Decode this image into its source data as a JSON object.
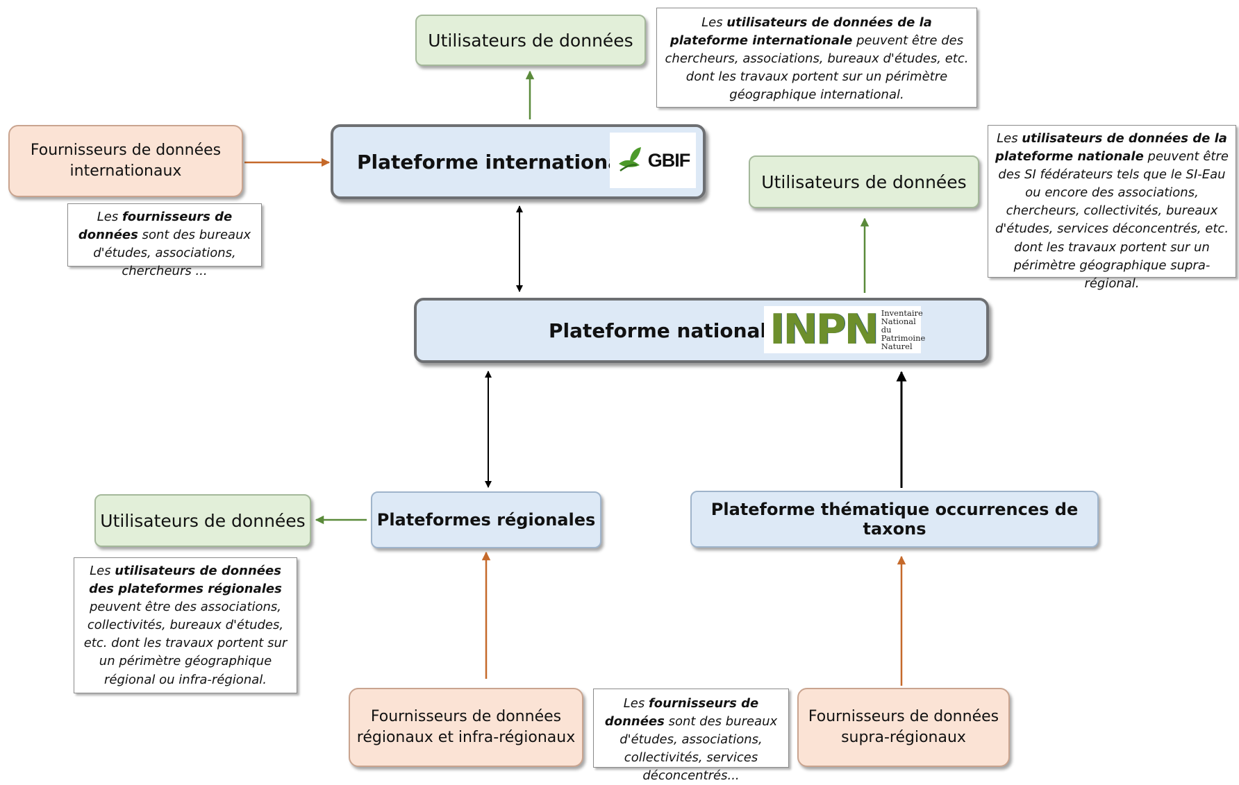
{
  "plat_int": {
    "label": "Plateforme internationale",
    "logo_text": "GBIF"
  },
  "plat_nat": {
    "label": "Plateforme nationale",
    "logo_letters": "INPN",
    "logo_caption": [
      "Inventaire",
      "National du",
      "Patrimoine",
      "Naturel"
    ]
  },
  "plat_reg": {
    "label": "Plateformes régionales"
  },
  "plat_them": {
    "label": "Plateforme thématique occurrences de taxons"
  },
  "users": {
    "int": "Utilisateurs de données",
    "nat": "Utilisateurs de données",
    "reg": "Utilisateurs de données"
  },
  "providers": {
    "int": [
      "Fournisseurs de données",
      "internationaux"
    ],
    "reg": [
      "Fournisseurs de données",
      "régionaux et infra-régionaux"
    ],
    "supra": [
      "Fournisseurs de données",
      "supra-régionaux"
    ]
  },
  "notes": {
    "users_int": {
      "pre": "Les ",
      "bold": "utilisateurs de données de la plateforme internationale",
      "post": " peuvent être des chercheurs, associations, bureaux d'études, etc. dont les travaux portent sur un périmètre géographique international."
    },
    "users_nat": {
      "pre": "Les ",
      "bold": "utilisateurs de données de la plateforme nationale",
      "post": " peuvent être des SI fédérateurs tels que le SI-Eau ou encore des associations, chercheurs, collectivités, bureaux d'études, services déconcentrés, etc. dont les travaux portent sur un périmètre géographique supra-régional."
    },
    "providers_int": {
      "pre": "Les ",
      "bold": "fournisseurs de données",
      "post": " sont des bureaux d'études, associations, chercheurs ..."
    },
    "users_reg": {
      "pre": "Les ",
      "bold": "utilisateurs de données des plateformes régionales",
      "post": " peuvent être des associations, collectivités, bureaux d'études, etc. dont les travaux portent sur un périmètre géographique régional ou infra-régional."
    },
    "providers_bottom": {
      "pre": "Les ",
      "bold": "fournisseurs de données",
      "post": " sont des bureaux d'études, associations, collectivités, services déconcentrés..."
    }
  },
  "colors": {
    "green_arrow": "#5a8a3a",
    "orange_arrow": "#c5692a",
    "black_arrow": "#000000",
    "gbif_green": "#4c9a2a"
  }
}
